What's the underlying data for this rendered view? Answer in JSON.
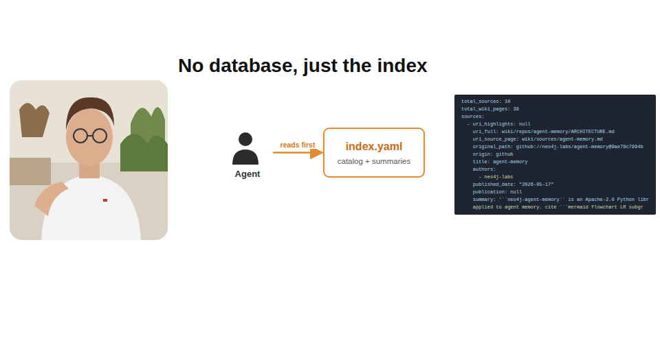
{
  "diagram": {
    "title": "No database, just the index",
    "nodes": [
      {
        "text": [
          "Agent"
        ]
      },
      {
        "text": [
          "index.yaml",
          "catalog + summaries"
        ]
      },
      {
        "text": [
          "total_sources: 10",
          "total_wiki_pages: 38",
          "sources:",
          "- uri_highlights: null",
          "uri_full: wiki/repos/agent-memory/ARCHITECTURE.md",
          "uri_source_page: wiki/sources/agent-memory.md",
          "original_path: github://neo4j-labs/agent-memory@9ae78c7994b",
          "origin: github",
          "title: agent-memory",
          "authors:",
          "- neo4j-labs",
          "published_date: \"2026-05-17\"",
          "publication: null",
          "summary: '``neo4j-agent-memory`` is an Apache-2.0 Python libr",
          "applied to agent memory. cite ```mermaid flowchart LR subgr"
        ]
      }
    ],
    "edges": [
      {
        "from": 0,
        "to": 1,
        "label": "reads first",
        "arrow": "to"
      }
    ]
  }
}
